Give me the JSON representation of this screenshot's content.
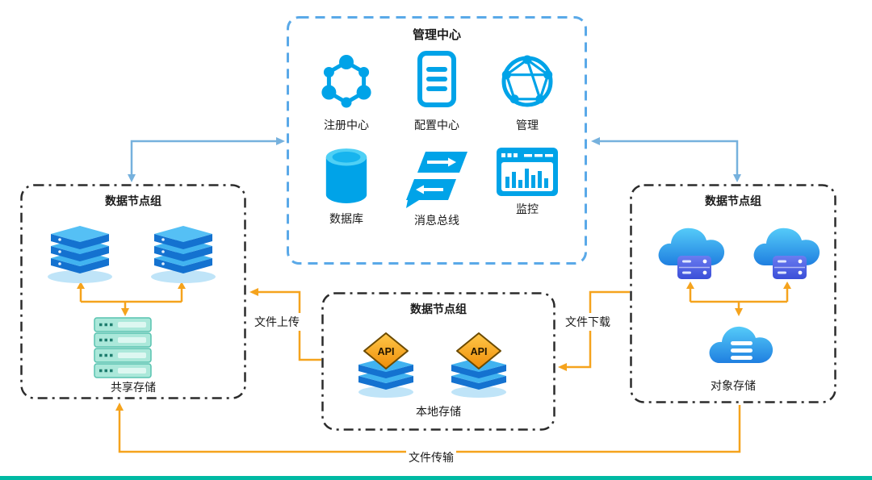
{
  "management_center": {
    "title": "管理中心",
    "items": [
      {
        "label": "注册中心",
        "icon": "registry-icon"
      },
      {
        "label": "配置中心",
        "icon": "config-center-icon"
      },
      {
        "label": "管理",
        "icon": "management-globe-icon"
      },
      {
        "label": "数据库",
        "icon": "database-icon"
      },
      {
        "label": "消息总线",
        "icon": "message-bus-icon"
      },
      {
        "label": "监控",
        "icon": "monitor-icon"
      }
    ]
  },
  "data_node_groups": {
    "left": {
      "title": "数据节点组",
      "storage_label": "共享存储"
    },
    "center": {
      "title": "数据节点组",
      "storage_label": "本地存储",
      "api_badge": "API"
    },
    "right": {
      "title": "数据节点组",
      "storage_label": "对象存储"
    }
  },
  "flows": {
    "upload": "文件上传",
    "download": "文件下载",
    "transfer": "文件传输"
  },
  "colors": {
    "icon_cyan": "#00a3e8",
    "management_border": "#5aa9e8",
    "node_border": "#2b2b2b",
    "arrow_orange": "#f5a31d",
    "arrow_blue": "#76b1dd",
    "bottom_bar": "#00b9a3"
  }
}
